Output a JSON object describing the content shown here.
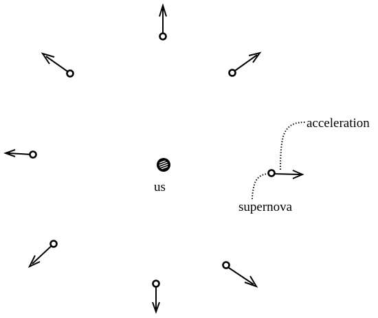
{
  "labels": {
    "us": "us",
    "acceleration": "acceleration",
    "supernova": "supernova"
  },
  "colors": {
    "ink": "#000000",
    "background": "#ffffff"
  }
}
